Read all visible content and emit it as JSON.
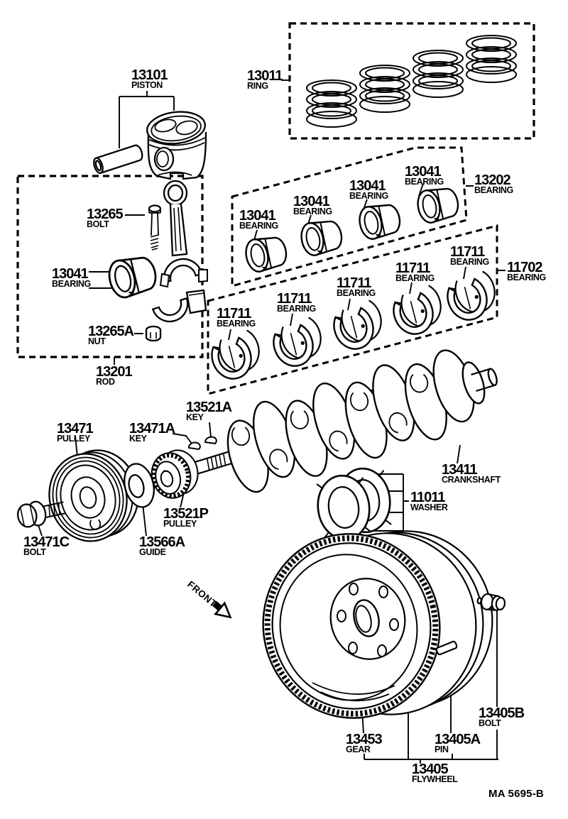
{
  "doc": {
    "type": "parts-diagram",
    "footer_code": "MA 5695-B",
    "front_label": "FRONT"
  },
  "parts": {
    "piston": {
      "num": "13101",
      "cap": "PISTON"
    },
    "ring": {
      "num": "13011",
      "cap": "RING"
    },
    "rod_bearing": {
      "num": "13041",
      "cap": "BEARING"
    },
    "rod_bearing_set": {
      "num": "13202",
      "cap": "BEARING"
    },
    "main_bearing": {
      "num": "11711",
      "cap": "BEARING"
    },
    "main_bearing_set": {
      "num": "11702",
      "cap": "BEARING"
    },
    "rod_bolt": {
      "num": "13265",
      "cap": "BOLT"
    },
    "rod_nut": {
      "num": "13265A",
      "cap": "NUT"
    },
    "rod": {
      "num": "13201",
      "cap": "ROD"
    },
    "timing_key": {
      "num": "13521A",
      "cap": "KEY"
    },
    "crank_pulley": {
      "num": "13471",
      "cap": "PULLEY"
    },
    "pulley_key": {
      "num": "13471A",
      "cap": "KEY"
    },
    "pulley_bolt": {
      "num": "13471C",
      "cap": "BOLT"
    },
    "timing_pulley": {
      "num": "13521P",
      "cap": "PULLEY"
    },
    "guide": {
      "num": "13566A",
      "cap": "GUIDE"
    },
    "crankshaft": {
      "num": "13411",
      "cap": "CRANKSHAFT"
    },
    "thrust_washer": {
      "num": "11011",
      "cap": "WASHER"
    },
    "ring_gear": {
      "num": "13453",
      "cap": "GEAR"
    },
    "flywheel_pin": {
      "num": "13405A",
      "cap": "PIN"
    },
    "flywheel_bolt": {
      "num": "13405B",
      "cap": "BOLT"
    },
    "flywheel": {
      "num": "13405",
      "cap": "FLYWHEEL"
    }
  }
}
